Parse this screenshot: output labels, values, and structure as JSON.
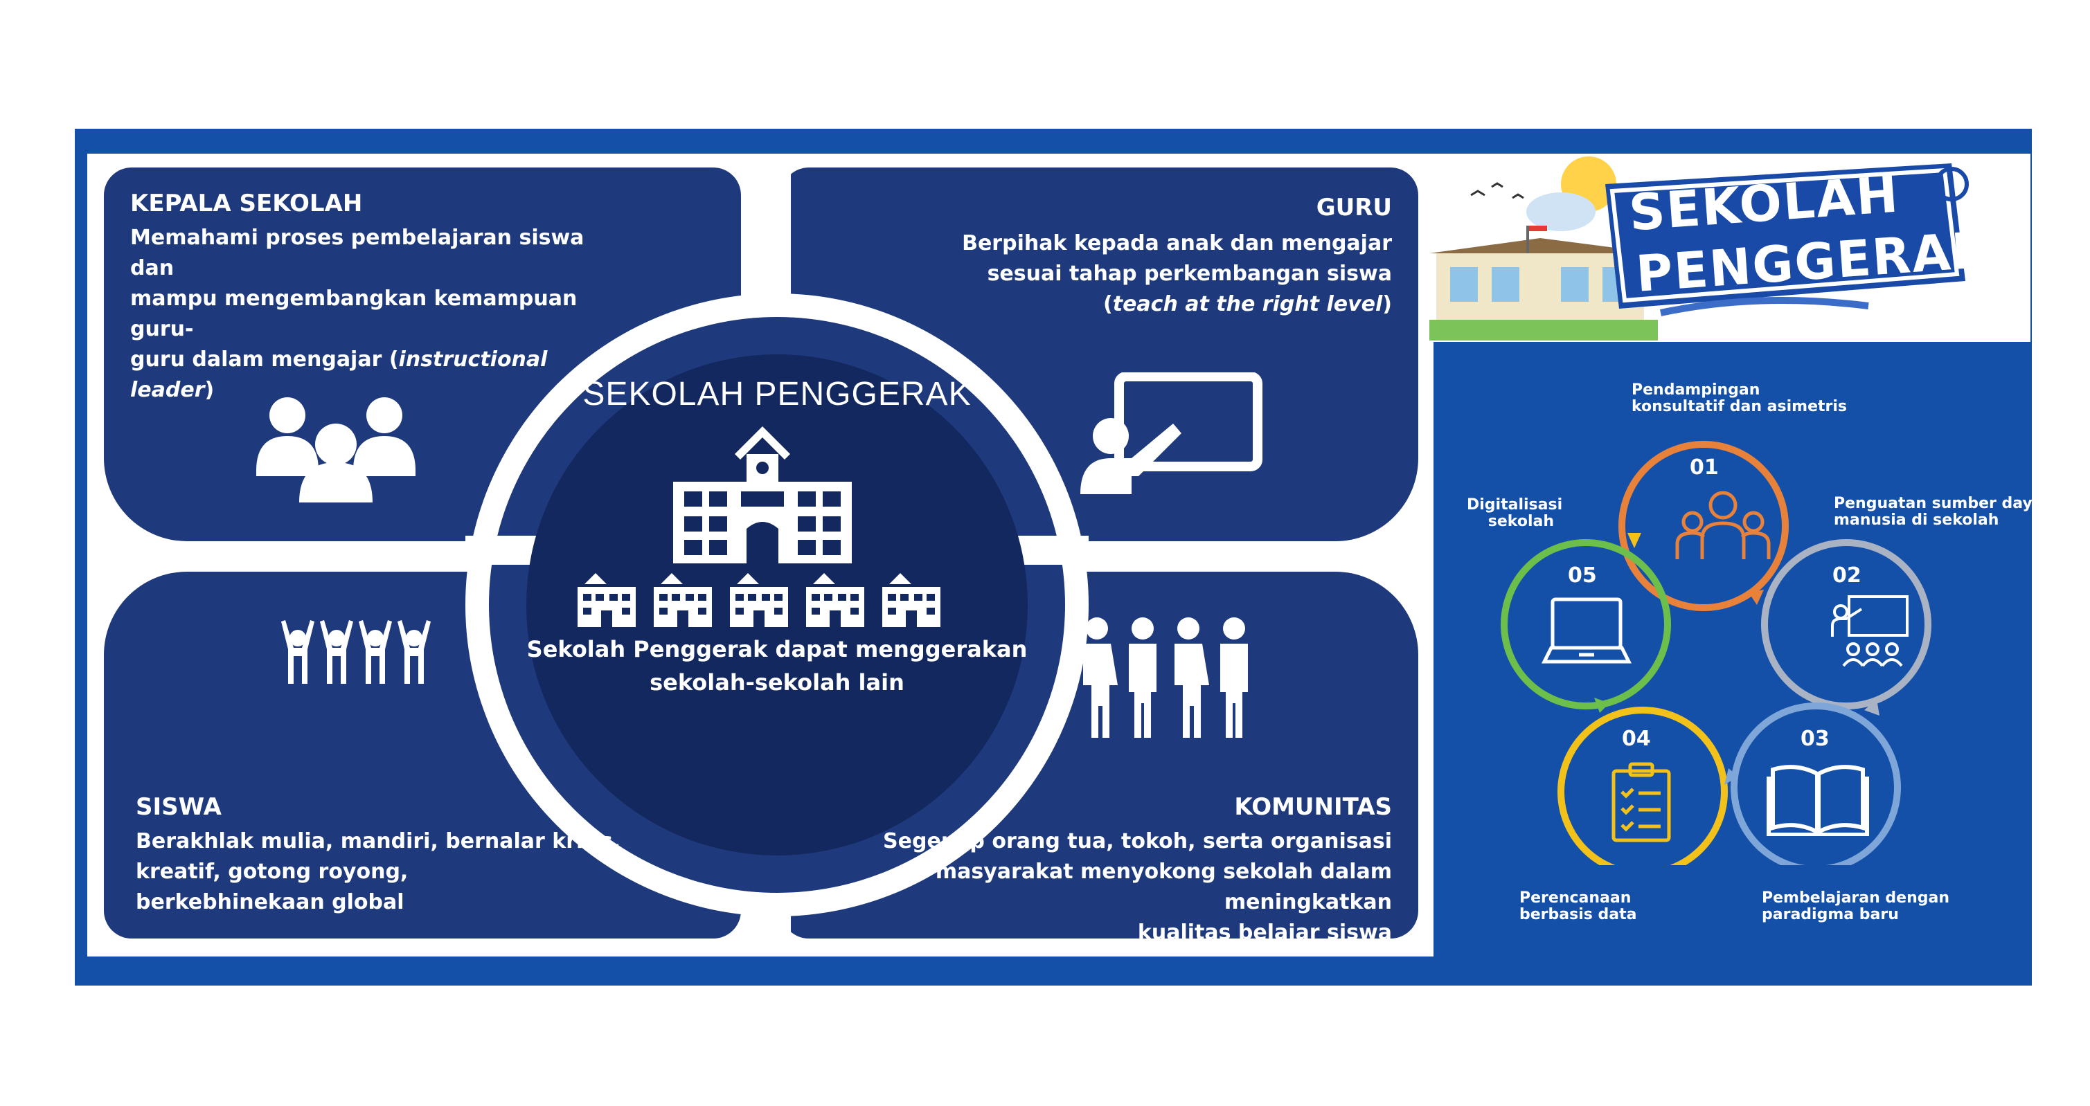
{
  "left_panel": {
    "kepala_sekolah": {
      "title": "KEPALA SEKOLAH",
      "lines": [
        "Memahami proses pembelajaran siswa dan",
        "mampu mengembangkan kemampuan guru-"
      ],
      "line3_prefix": "guru dalam mengajar (",
      "line3_italic": "instructional leader",
      "line3_suffix": ")"
    },
    "guru": {
      "title": "GURU",
      "lines": [
        "Berpihak kepada anak dan mengajar",
        "sesuai tahap perkembangan siswa"
      ],
      "line3_prefix": "(",
      "line3_italic": "teach at the right level",
      "line3_suffix": ")"
    },
    "siswa": {
      "title": "SISWA",
      "lines": [
        "Berakhlak mulia, mandiri, bernalar kritis,",
        "kreatif, gotong royong,",
        "berkebhinekaan global"
      ]
    },
    "komunitas": {
      "title": "KOMUNITAS",
      "lines": [
        "Segenap orang tua, tokoh, serta organisasi",
        "masyarakat menyokong sekolah dalam meningkatkan",
        "kualitas belajar siswa"
      ]
    },
    "center": {
      "title": "SEKOLAH PENGGERAK",
      "caption_lines": [
        "Sekolah Penggerak dapat menggerakan",
        "sekolah-sekolah lain"
      ]
    }
  },
  "banner": {
    "line1": "SEKOLAH",
    "line2": "PENGGERAK"
  },
  "cycle": {
    "steps": [
      {
        "num": "01",
        "label_lines": [
          "Pendampingan",
          "konsultatif dan asimetris"
        ],
        "color": "#e8823a",
        "icon": "people-icon"
      },
      {
        "num": "02",
        "label_lines": [
          "Penguatan sumber daya",
          "manusia di sekolah"
        ],
        "color": "#a9b3c4",
        "icon": "teacher-icon"
      },
      {
        "num": "03",
        "label_lines": [
          "Pembelajaran dengan",
          "paradigma baru"
        ],
        "color": "#7fa6d8",
        "icon": "book-icon"
      },
      {
        "num": "04",
        "label_lines": [
          "Perencanaan",
          "berbasis data"
        ],
        "color": "#f2c21b",
        "icon": "checklist-icon"
      },
      {
        "num": "05",
        "label_lines": [
          "Digitalisasi",
          "sekolah"
        ],
        "color": "#6cbf4a",
        "icon": "laptop-icon"
      }
    ]
  },
  "colors": {
    "frame_blue": "#1550a8",
    "quadrant_navy": "#1f3a7c",
    "center_navy": "#12285e"
  }
}
